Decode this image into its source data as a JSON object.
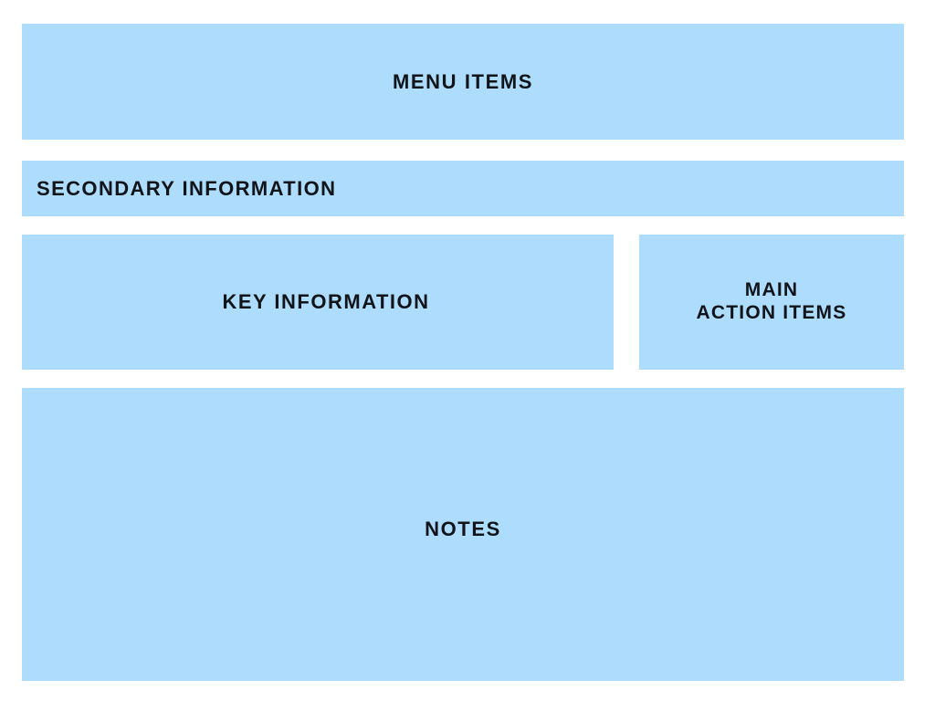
{
  "page": {
    "background_color": "#ffffff",
    "block_color": "#ADDCFD",
    "text_color": "#111418",
    "title": "Layout Wireframe"
  },
  "blocks": [
    {
      "name": "menu-items",
      "label": "MENU ITEMS",
      "align": "center"
    },
    {
      "name": "secondary-information",
      "label": "SECONDARY INFORMATION",
      "align": "left"
    },
    {
      "name": "key-information",
      "label": "KEY INFORMATION",
      "align": "center"
    },
    {
      "name": "main-action-items",
      "label": "MAIN\nACTION ITEMS",
      "align": "center"
    },
    {
      "name": "notes",
      "label": "NOTES",
      "align": "center"
    }
  ]
}
